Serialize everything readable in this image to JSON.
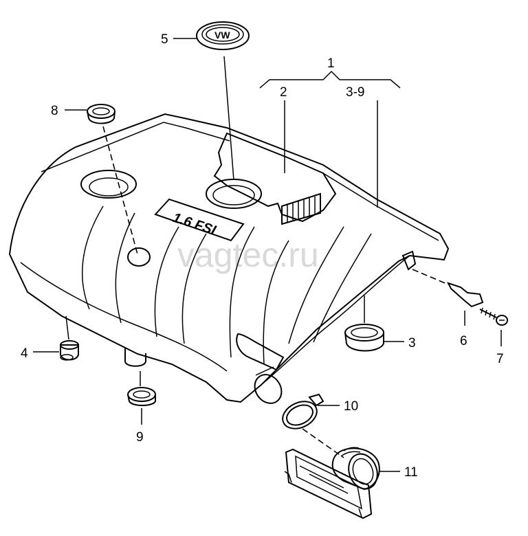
{
  "watermark": "vagtec.ru",
  "badge_text": "1.6 FSI",
  "callouts": {
    "c1": "1",
    "c2": "2",
    "c3_9": "3-9",
    "c3": "3",
    "c4": "4",
    "c5": "5",
    "c6": "6",
    "c7": "7",
    "c8": "8",
    "c9": "9",
    "c10": "10",
    "c11": "11"
  },
  "icons": {
    "logo": "vw-logo-icon"
  }
}
